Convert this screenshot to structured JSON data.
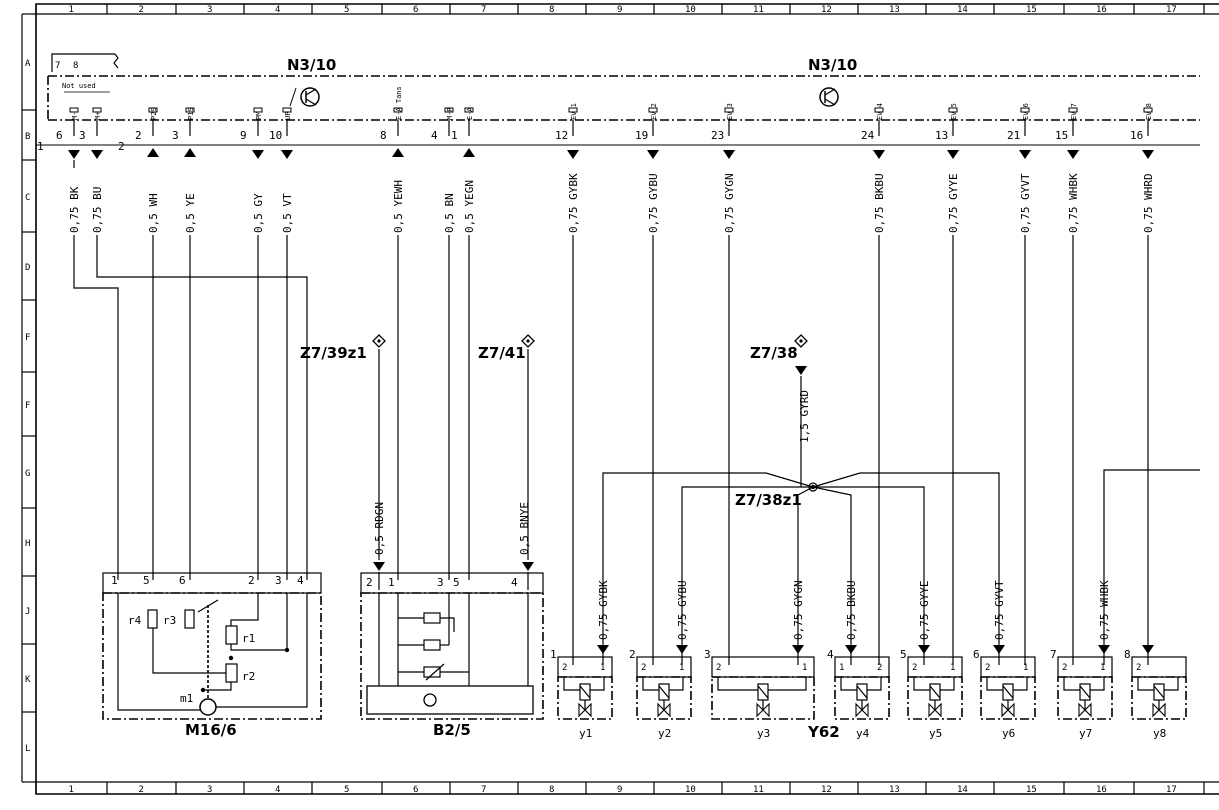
{
  "grid": {
    "columns": [
      "1",
      "2",
      "3",
      "4",
      "5",
      "6",
      "7",
      "8",
      "9",
      "10",
      "11",
      "12",
      "13",
      "14",
      "15",
      "16",
      "17"
    ],
    "rows": [
      "A",
      "B",
      "C",
      "D",
      "F",
      "F",
      "G",
      "H",
      "J",
      "K",
      "L"
    ]
  },
  "header": {
    "ecu_label_left": "N3/10",
    "ecu_label_right": "N3/10",
    "not_used": "Not used",
    "not_used_pins": [
      "7",
      "8"
    ],
    "connector_numbers": [
      "1",
      "2"
    ]
  },
  "pins": [
    {
      "id": "p_mminus",
      "pin": "6",
      "signal": "M-",
      "wire": "0,75 BK",
      "dir": "out"
    },
    {
      "id": "p_mplus",
      "pin": "3",
      "signal": "M+",
      "wire": "0,75 BU",
      "dir": "out"
    },
    {
      "id": "p_p2s",
      "pin": "2",
      "signal": "P2S",
      "wire": "0,5 WH",
      "dir": "in"
    },
    {
      "id": "p_p1s",
      "pin": "3",
      "signal": "P1S",
      "wire": "0,5 YE",
      "dir": "in"
    },
    {
      "id": "p_pm",
      "pin": "9",
      "signal": "PM",
      "wire": "0,5 GY",
      "dir": "out"
    },
    {
      "id": "p_up",
      "pin": "10",
      "signal": "UP",
      "wire": "0,5 VT",
      "dir": "out"
    },
    {
      "id": "p_tans",
      "pin": "8",
      "signal": "E-A Tans",
      "wire": "0,5 YEWH",
      "dir": "in"
    },
    {
      "id": "p_mr",
      "pin": "4",
      "signal": "M-R",
      "wire": "0,5 BN",
      "dir": "none"
    },
    {
      "id": "p_ea",
      "pin": "1",
      "signal": "E-A",
      "wire": "0,5 YEGN",
      "dir": "in"
    },
    {
      "id": "p_ev1",
      "pin": "12",
      "signal": "EV 1",
      "wire": "0,75 GYBK",
      "dir": "out"
    },
    {
      "id": "p_ev2",
      "pin": "19",
      "signal": "EV 2",
      "wire": "0,75 GYBU",
      "dir": "out"
    },
    {
      "id": "p_ev3",
      "pin": "23",
      "signal": "EV 3",
      "wire": "0,75 GYGN",
      "dir": "out"
    },
    {
      "id": "p_ev4",
      "pin": "24",
      "signal": "EV 4",
      "wire": "0,75 BKBU",
      "dir": "out"
    },
    {
      "id": "p_ev5",
      "pin": "13",
      "signal": "EV 5",
      "wire": "0,75 GYYE",
      "dir": "out"
    },
    {
      "id": "p_ev6",
      "pin": "21",
      "signal": "EV 6",
      "wire": "0,75 GYVT",
      "dir": "out"
    },
    {
      "id": "p_ev7",
      "pin": "15",
      "signal": "EV 7",
      "wire": "0,75 WHBK",
      "dir": "out"
    },
    {
      "id": "p_ev8",
      "pin": "16",
      "signal": "EV 8",
      "wire": "0,75 WHRD",
      "dir": "out"
    }
  ],
  "splices": {
    "z739": "Z7/39z1",
    "z741": "Z7/41",
    "z738": "Z7/38",
    "z738z1": "Z7/38z1",
    "z738_wire": "1,5 GYRD",
    "b25_left_wire": "0,5 RDGN",
    "b25_right_wire": "0,5 BNYE"
  },
  "components": {
    "m16": {
      "label": "M16/6",
      "pins": [
        "1",
        "5",
        "6",
        "2",
        "3",
        "4"
      ],
      "parts": [
        "r4",
        "r3",
        "r1",
        "r2",
        "m1"
      ]
    },
    "b25": {
      "label": "B2/5",
      "pins": [
        "2",
        "1",
        "3",
        "5",
        "4"
      ]
    },
    "y62": "Y62",
    "valves": [
      {
        "num": "1",
        "label": "y1",
        "wire": "0,75 GYBK",
        "pins": [
          "2",
          "1"
        ]
      },
      {
        "num": "2",
        "label": "y2",
        "wire": "0,75 GYBU",
        "pins": [
          "2",
          "1"
        ]
      },
      {
        "num": "3",
        "label": "y3",
        "wire": "0,75 GYGN",
        "pins": [
          "2",
          "1"
        ]
      },
      {
        "num": "4",
        "label": "y4",
        "wire": "0,75 BKBU",
        "pins": [
          "1",
          "2"
        ]
      },
      {
        "num": "5",
        "label": "y5",
        "wire": "0,75 GYYE",
        "pins": [
          "2",
          "1"
        ]
      },
      {
        "num": "6",
        "label": "y6",
        "wire": "0,75 GYVT",
        "pins": [
          "2",
          "1"
        ]
      },
      {
        "num": "7",
        "label": "y7",
        "wire": "0,75 WHBK",
        "pins": [
          "2",
          "1"
        ]
      },
      {
        "num": "8",
        "label": "y8",
        "wire": "",
        "pins": [
          "2"
        ]
      }
    ]
  }
}
